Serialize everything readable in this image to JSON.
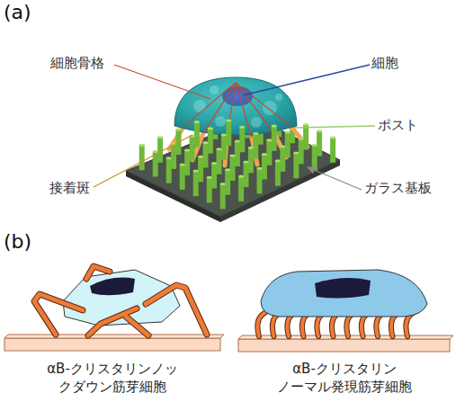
{
  "diagram": {
    "labels": [
      "(a)",
      "細胞骨格",
      "細胞",
      "ポスト",
      "接着斑",
      "ガラス基板",
      "(b)",
      "αB-クリスタリンノッ クダウン筋芽細胞",
      "αB-クリスタリン ノーマル発現筋芽細胞"
    ]
  }
}
